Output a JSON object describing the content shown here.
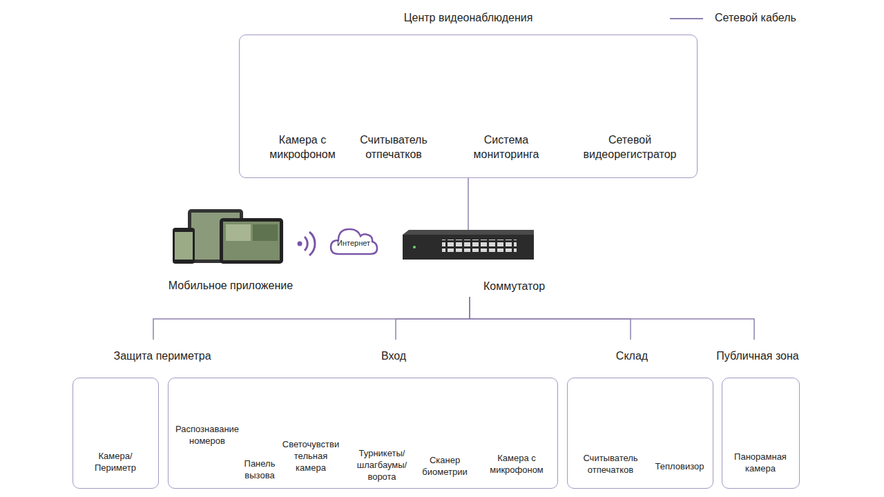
{
  "diagram": {
    "nodes": [
      {
        "text": [
          "Центр видеонаблюдения"
        ]
      },
      {
        "text": [
          "Интернет"
        ]
      },
      {
        "text": [
          "Коммутатор"
        ]
      },
      {
        "text": [
          "Защита периметра"
        ]
      },
      {
        "text": [
          "Вход"
        ]
      },
      {
        "text": [
          "Склад"
        ]
      },
      {
        "text": [
          "Публичная зона"
        ]
      }
    ],
    "edges": [
      {
        "from": 0,
        "to": 2,
        "arrow": "none"
      },
      {
        "from": 2,
        "to": 3,
        "arrow": "none"
      },
      {
        "from": 2,
        "to": 4,
        "arrow": "none"
      },
      {
        "from": 2,
        "to": 5,
        "arrow": "none"
      },
      {
        "from": 2,
        "to": 6,
        "arrow": "none"
      }
    ],
    "labels": [
      "Камера с микрофоном",
      "Считыватель отпечатков",
      "Система мониторинга",
      "Сетевой видеорегистратор",
      "Мобильное приложение",
      "Камера/ Периметр",
      "Распознавание номеров",
      "Панель вызова",
      "Светочувстви тельная камера",
      "Турникеты/ шлагбаумы/ ворота",
      "Сканер биометрии",
      "Камера с микрофоном",
      "Считыватель отпечатков",
      "Тепловизор",
      "Панорамная камера"
    ],
    "legend": [
      {
        "text": "Сетевой кабель"
      }
    ]
  }
}
